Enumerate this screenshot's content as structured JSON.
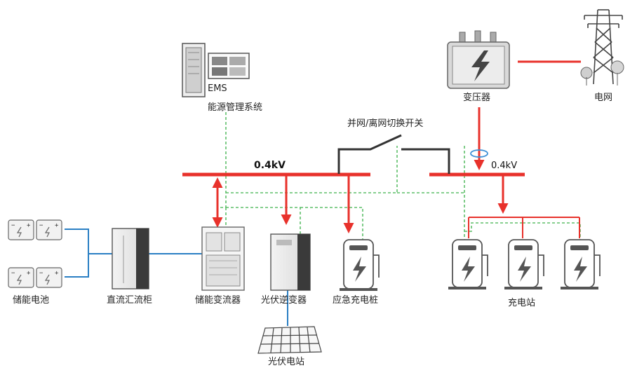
{
  "labels": {
    "ems": "EMS",
    "energy_mgmt": "能源管理系统",
    "transformer": "变压器",
    "grid": "电网",
    "switch": "并网/离网切换开关",
    "bus_left_voltage": "0.4kV",
    "bus_right_voltage": "0.4kV",
    "battery": "储能电池",
    "dc_combiner": "直流汇流柜",
    "pcs": "储能变流器",
    "pv_inverter": "光伏逆变器",
    "emergency_charger": "应急充电桩",
    "charging_station": "充电站",
    "pv_station": "光伏电站"
  },
  "colors": {
    "power_line": "#e8312b",
    "dc_line": "#2a7fc4",
    "comm_line": "#5fbf6a",
    "switch_line": "#333333",
    "equipment_stroke": "#555555",
    "ct_ring": "#3b8fd6"
  }
}
